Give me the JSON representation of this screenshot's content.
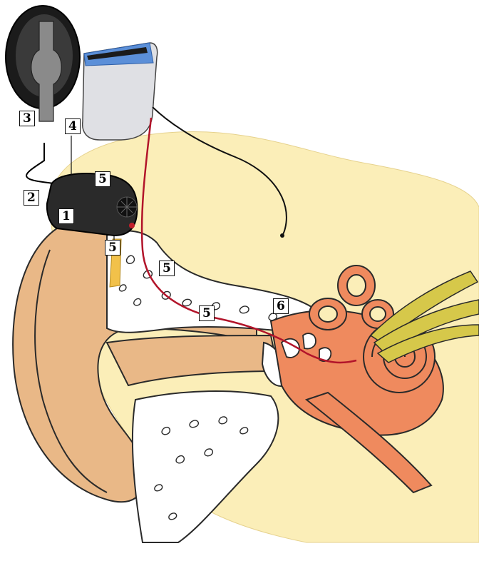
{
  "colors": {
    "background": "#ffffff",
    "skull_fill": "#fbeeb8",
    "skin": "#e9b887",
    "bone": "#ffffff",
    "inner_ear": "#ef8a5e",
    "nerve": "#d6c84a",
    "lead_wire": "#b2142a",
    "device": "#2a2a2a",
    "stimulator_body": "#dfe0e4",
    "stimulator_edge": "#5b8fd8"
  },
  "labels": {
    "label_1": "1",
    "label_2": "2",
    "label_3": "3",
    "label_4": "4",
    "label_5a": "5",
    "label_5b": "5",
    "label_5c": "5",
    "label_5d": "5",
    "label_6": "6"
  }
}
